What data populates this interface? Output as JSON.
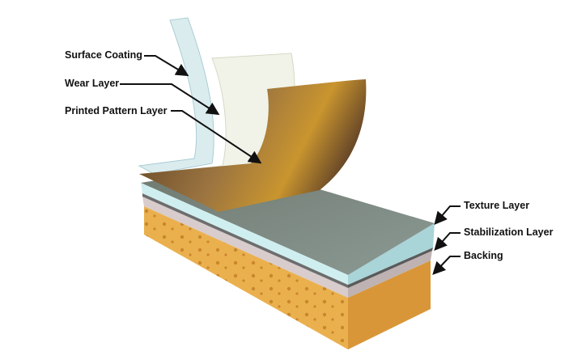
{
  "title": "Vinyl flooring layer diagram",
  "labels": {
    "surface_coating": "Surface Coating",
    "wear_layer": "Wear Layer",
    "printed_pattern_layer": "Printed Pattern Layer",
    "texture_layer": "Texture Layer",
    "stabilization_layer": "Stabilization Layer",
    "backing": "Backing"
  },
  "colors": {
    "backing": "#e9a94a",
    "stabilization": "#cdbfbf",
    "texture": "#b9dde0",
    "wood": "#7a5a32",
    "surface_coating": "#cfe6ea",
    "wear_layer": "#eef0e2"
  }
}
